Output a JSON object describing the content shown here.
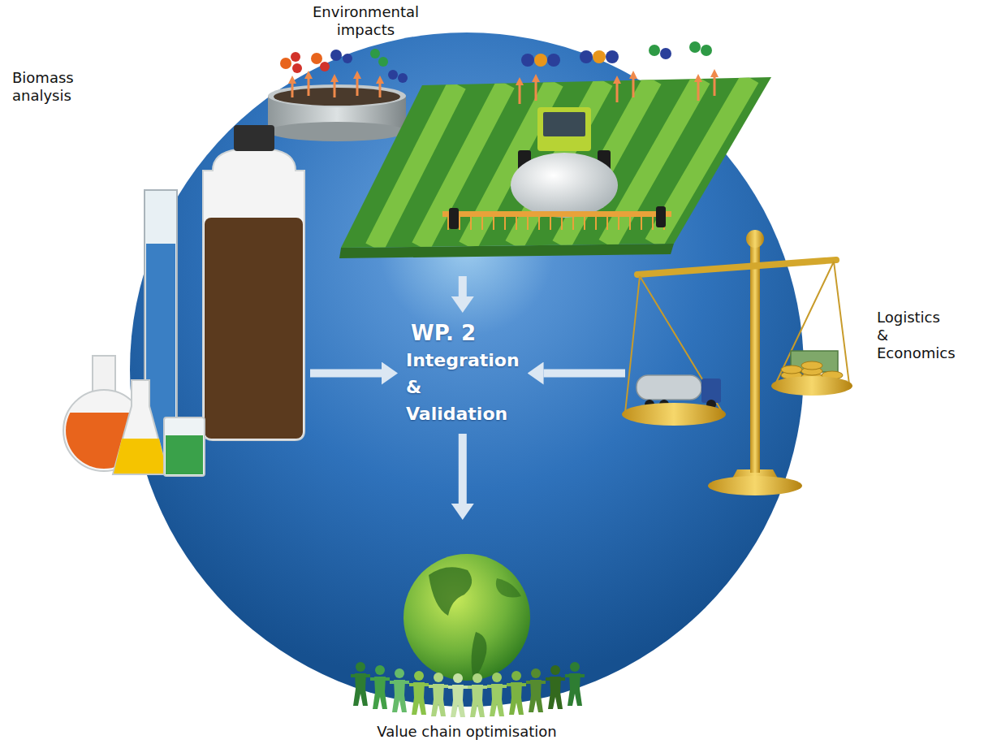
{
  "diagram": {
    "nodes": [
      {
        "text": [
          "Environmental impacts"
        ]
      },
      {
        "text": [
          "Biomass analysis"
        ]
      },
      {
        "text": [
          "WP. 2",
          "Integration & Validation"
        ]
      },
      {
        "text": [
          "Logistics & Economics"
        ]
      },
      {
        "text": [
          "Value chain optimisation"
        ]
      }
    ],
    "edges": [
      {
        "from": 0,
        "to": 2,
        "arrow": "to"
      },
      {
        "from": 1,
        "to": 2,
        "arrow": "to"
      },
      {
        "from": 3,
        "to": 2,
        "arrow": "to"
      },
      {
        "from": 2,
        "to": 4,
        "arrow": "to"
      }
    ]
  }
}
